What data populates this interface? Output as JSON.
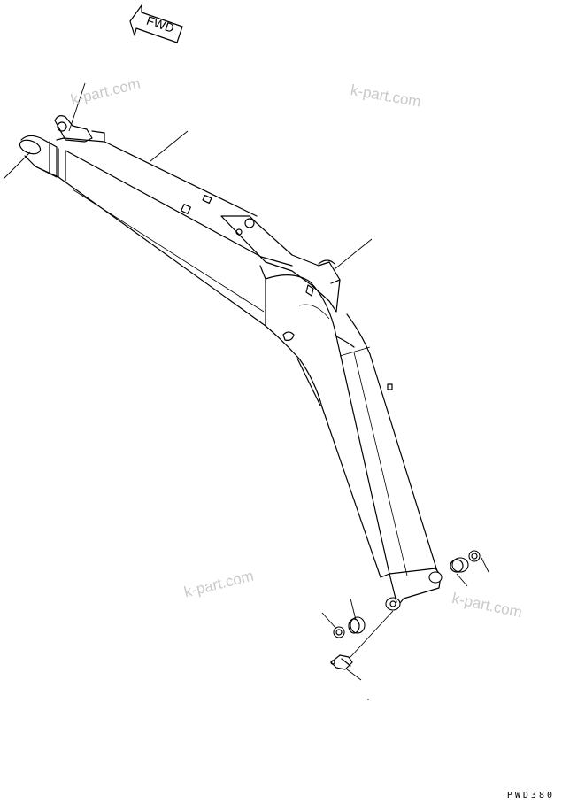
{
  "direction_label": "FWD",
  "watermarks": [
    "k-part.com",
    "k-part.com",
    "k-part.com",
    "k-part.com"
  ],
  "drawing_code": "PWD380"
}
